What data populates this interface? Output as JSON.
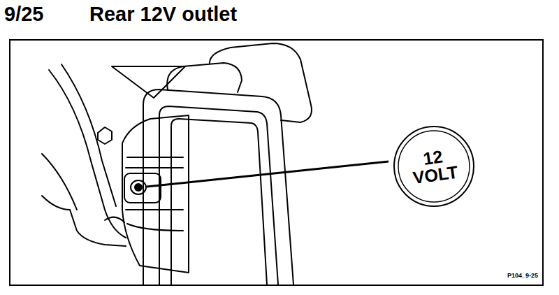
{
  "diagram": {
    "title": "Rear 12V outlet",
    "nodes": [
      {
        "text": [
          "12 VOLT"
        ]
      }
    ],
    "labels": [
      "9/25",
      "P104_9-25"
    ]
  }
}
